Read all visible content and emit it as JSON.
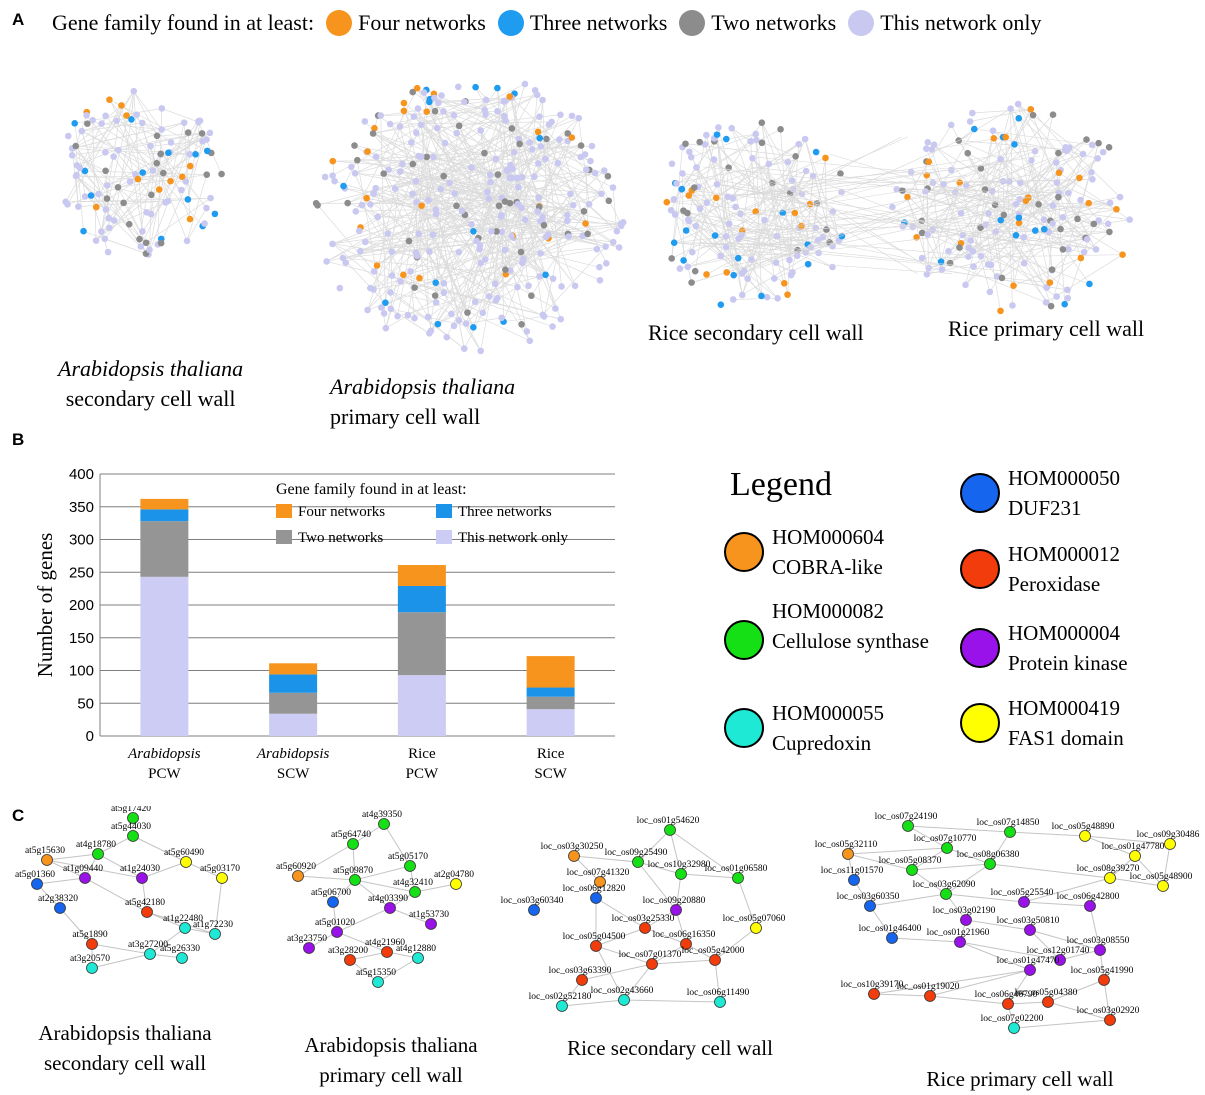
{
  "panels": {
    "a": "A",
    "b": "B",
    "c": "C"
  },
  "panel_a": {
    "legend_title": "Gene family found in at least:",
    "legend": [
      {
        "label": "Four networks",
        "color": "#f7941d"
      },
      {
        "label": "Three networks",
        "color": "#1f9bf0"
      },
      {
        "label": "Two networks",
        "color": "#8c8c8c"
      },
      {
        "label": "This network only",
        "color": "#c9c8f0"
      }
    ],
    "networks": [
      {
        "line1": "Arabidopsis thaliana",
        "line2": "secondary cell wall"
      },
      {
        "line1": "Arabidopsis thaliana",
        "line2": "primary cell wall"
      },
      {
        "line1": "Rice secondary cell wall"
      },
      {
        "line1": "Rice primary cell wall"
      }
    ]
  },
  "chart_data": {
    "type": "bar",
    "stacked": true,
    "ylabel": "Number of genes",
    "ylim": [
      0,
      400
    ],
    "yticks": [
      0,
      50,
      100,
      150,
      200,
      250,
      300,
      350,
      400
    ],
    "grid": true,
    "categories": [
      {
        "line1": "Arabidopsis",
        "line2": "PCW",
        "italic": true
      },
      {
        "line1": "Arabidopsis",
        "line2": "SCW",
        "italic": true
      },
      {
        "line1": "Rice",
        "line2": "PCW",
        "italic": false
      },
      {
        "line1": "Rice",
        "line2": "SCW",
        "italic": false
      }
    ],
    "legend_title": "Gene family found in at least:",
    "legend_position": "top-right",
    "series": [
      {
        "name": "This network only",
        "color": "#ccccf5",
        "values": [
          243,
          34,
          93,
          41
        ]
      },
      {
        "name": "Two networks",
        "color": "#959595",
        "values": [
          85,
          32,
          96,
          19
        ]
      },
      {
        "name": "Three networks",
        "color": "#1b93e8",
        "values": [
          18,
          28,
          40,
          14
        ]
      },
      {
        "name": "Four networks",
        "color": "#f7941d",
        "values": [
          16,
          17,
          32,
          48
        ]
      }
    ]
  },
  "hom_legend": {
    "title": "Legend",
    "items": [
      {
        "id": "HOM000604",
        "name": "COBRA-like",
        "color": "#f7941d"
      },
      {
        "id": "HOM000082",
        "name": "Cellulose synthase",
        "color": "#15e015"
      },
      {
        "id": "HOM000055",
        "name": "Cupredoxin",
        "color": "#1de9d4"
      },
      {
        "id": "HOM000050",
        "name": "DUF231",
        "color": "#1565ee"
      },
      {
        "id": "HOM000012",
        "name": "Peroxidase",
        "color": "#f23c0c"
      },
      {
        "id": "HOM000004",
        "name": "Protein kinase",
        "color": "#9a12ea"
      },
      {
        "id": "HOM000419",
        "name": "FAS1 domain",
        "color": "#ffff00"
      }
    ]
  },
  "panel_c": {
    "networks": [
      {
        "label1": "Arabidopsis thaliana",
        "label2": "secondary cell wall",
        "nodes": [
          [
            "at5g17420",
            "g"
          ],
          [
            "at5g44030",
            "g"
          ],
          [
            "at4g18780",
            "g"
          ],
          [
            "at5g15630",
            "o"
          ],
          [
            "at5g60490",
            "y"
          ],
          [
            "at5g01360",
            "b"
          ],
          [
            "at1g09440",
            "p"
          ],
          [
            "at1g24030",
            "p"
          ],
          [
            "at5g03170",
            "y"
          ],
          [
            "at2g38320",
            "b"
          ],
          [
            "at5g42180",
            "r"
          ],
          [
            "at1g22480",
            "c"
          ],
          [
            "at1g72230",
            "c"
          ],
          [
            "at5g1890",
            "r"
          ],
          [
            "at3g27200",
            "c"
          ],
          [
            "at5g26330",
            "c"
          ],
          [
            "at3g20570",
            "c"
          ]
        ]
      },
      {
        "label1": "Arabidopsis thaliana",
        "label2": "primary cell wall",
        "nodes": [
          [
            "at4g39350",
            "g"
          ],
          [
            "at5g64740",
            "g"
          ],
          [
            "at5g05170",
            "g"
          ],
          [
            "at5g60920",
            "o"
          ],
          [
            "at5g09870",
            "g"
          ],
          [
            "at4g32410",
            "g"
          ],
          [
            "at2g04780",
            "y"
          ],
          [
            "at5g06700",
            "b"
          ],
          [
            "at4g03390",
            "p"
          ],
          [
            "at5g01020",
            "p"
          ],
          [
            "at1g53730",
            "p"
          ],
          [
            "at3g23750",
            "p"
          ],
          [
            "at4g21960",
            "r"
          ],
          [
            "at3g28200",
            "r"
          ],
          [
            "at4g12880",
            "c"
          ],
          [
            "at5g15350",
            "c"
          ]
        ]
      },
      {
        "label1": "Rice secondary cell wall",
        "nodes": [
          [
            "loc_os01g54620",
            "g"
          ],
          [
            "loc_os03g30250",
            "o"
          ],
          [
            "loc_os09g25490",
            "g"
          ],
          [
            "loc_os07g41320",
            "o"
          ],
          [
            "loc_os10g32980",
            "g"
          ],
          [
            "loc_os01g06580",
            "g"
          ],
          [
            "loc_os03g60340",
            "b"
          ],
          [
            "loc_os06g12820",
            "b"
          ],
          [
            "loc_os09g20880",
            "p"
          ],
          [
            "loc_os05g07060",
            "y"
          ],
          [
            "loc_os03g25330",
            "r"
          ],
          [
            "loc_os05g04500",
            "r"
          ],
          [
            "loc_os06g16350",
            "r"
          ],
          [
            "loc_os07g01370",
            "r"
          ],
          [
            "loc_os03g63390",
            "r"
          ],
          [
            "loc_os05g42000",
            "r"
          ],
          [
            "loc_os02g52180",
            "c"
          ],
          [
            "loc_os02g43660",
            "c"
          ],
          [
            "loc_os06g11490",
            "c"
          ]
        ]
      },
      {
        "label1": "Rice primary cell wall",
        "nodes": [
          [
            "loc_os07g24190",
            "g"
          ],
          [
            "loc_os07g14850",
            "g"
          ],
          [
            "loc_os05g48890",
            "y"
          ],
          [
            "loc_os09g30486",
            "y"
          ],
          [
            "loc_os05g32110",
            "o"
          ],
          [
            "loc_os07g10770",
            "g"
          ],
          [
            "loc_os01g47780",
            "y"
          ],
          [
            "loc_os11g01570",
            "b"
          ],
          [
            "loc_os05g08370",
            "g"
          ],
          [
            "loc_os08g06380",
            "g"
          ],
          [
            "loc_os08g39270",
            "y"
          ],
          [
            "loc_os05g48900",
            "y"
          ],
          [
            "loc_os03g62090",
            "g"
          ],
          [
            "loc_os03g60350",
            "b"
          ],
          [
            "loc_os05g25540",
            "p"
          ],
          [
            "loc_os06g42800",
            "p"
          ],
          [
            "loc_os03g02190",
            "p"
          ],
          [
            "loc_os01g46400",
            "b"
          ],
          [
            "loc_os03g50810",
            "p"
          ],
          [
            "loc_os01g21960",
            "p"
          ],
          [
            "loc_os03g08550",
            "p"
          ],
          [
            "loc_os12g01740",
            "p"
          ],
          [
            "loc_os01g47470",
            "p"
          ],
          [
            "loc_os10g39170",
            "r"
          ],
          [
            "loc_os05g41990",
            "r"
          ],
          [
            "loc_os01g19020",
            "r"
          ],
          [
            "loc_os06g46790",
            "r"
          ],
          [
            "loc_os05g04380",
            "r"
          ],
          [
            "loc_os03g02920",
            "r"
          ],
          [
            "loc_os07g02200",
            "c"
          ]
        ]
      }
    ]
  },
  "family_colors": {
    "o": "#f7941d",
    "g": "#15e015",
    "c": "#1de9d4",
    "b": "#1565ee",
    "r": "#f23c0c",
    "p": "#9a12ea",
    "y": "#ffff00"
  }
}
